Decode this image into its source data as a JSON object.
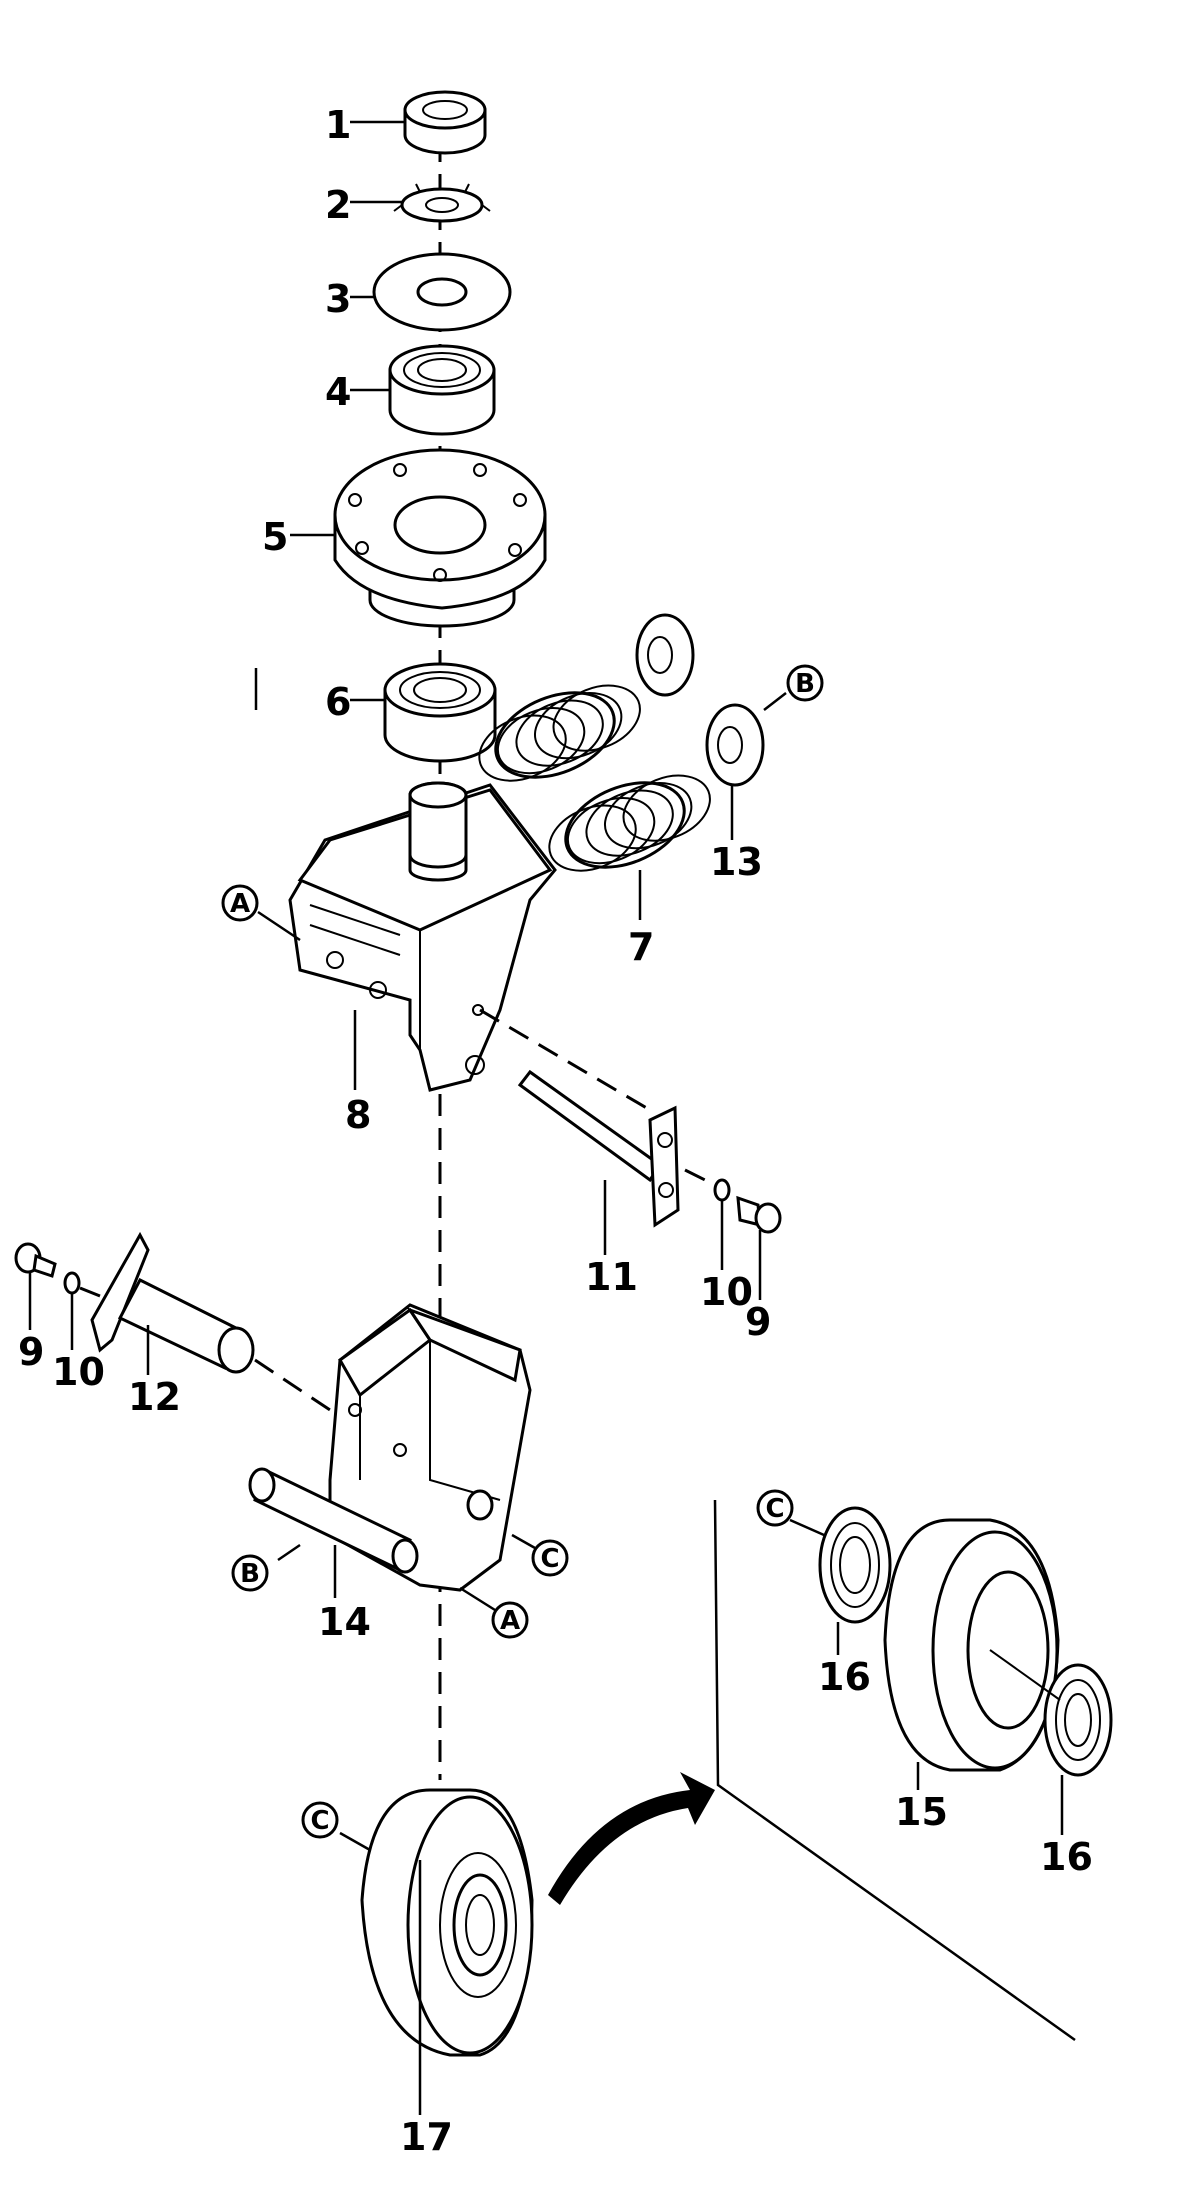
{
  "diagram": {
    "parts": [
      {
        "id": "p1",
        "label": "1"
      },
      {
        "id": "p2",
        "label": "2"
      },
      {
        "id": "p3",
        "label": "3"
      },
      {
        "id": "p4",
        "label": "4"
      },
      {
        "id": "p5",
        "label": "5"
      },
      {
        "id": "p6",
        "label": "6"
      },
      {
        "id": "p7",
        "label": "7"
      },
      {
        "id": "p8",
        "label": "8"
      },
      {
        "id": "p9a",
        "label": "9"
      },
      {
        "id": "p9b",
        "label": "9"
      },
      {
        "id": "p10a",
        "label": "10"
      },
      {
        "id": "p10b",
        "label": "10"
      },
      {
        "id": "p11",
        "label": "11"
      },
      {
        "id": "p12",
        "label": "12"
      },
      {
        "id": "p13",
        "label": "13"
      },
      {
        "id": "p14",
        "label": "14"
      },
      {
        "id": "p15",
        "label": "15"
      },
      {
        "id": "p16a",
        "label": "16"
      },
      {
        "id": "p16b",
        "label": "16"
      },
      {
        "id": "p17",
        "label": "17"
      }
    ],
    "refs": [
      {
        "id": "refA1",
        "label": "A"
      },
      {
        "id": "refA2",
        "label": "A"
      },
      {
        "id": "refB1",
        "label": "B"
      },
      {
        "id": "refB2",
        "label": "B"
      },
      {
        "id": "refC1",
        "label": "C"
      },
      {
        "id": "refC2",
        "label": "C"
      },
      {
        "id": "refC3",
        "label": "C"
      }
    ]
  }
}
